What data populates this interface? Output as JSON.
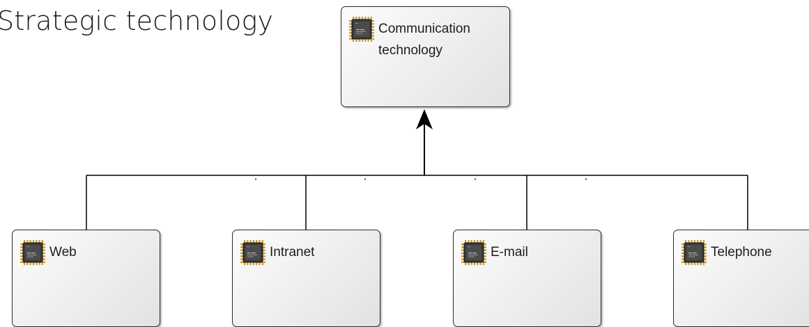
{
  "diagram": {
    "title": "Strategic technology",
    "root": {
      "label": "Communication technology",
      "label_lines": [
        "Communication",
        "technology"
      ],
      "icon": "chip-icon"
    },
    "children": [
      {
        "label": "Web",
        "icon": "chip-icon"
      },
      {
        "label": "Intranet",
        "icon": "chip-icon"
      },
      {
        "label": "E-mail",
        "icon": "chip-icon"
      },
      {
        "label": "Telephone",
        "icon": "chip-icon"
      }
    ],
    "connector": {
      "type": "generalization",
      "direction": "children-to-root"
    }
  },
  "colors": {
    "line": "#000000",
    "box_border": "#2a2a2a",
    "chip_body": "#3a3a3a",
    "chip_pins": "#c79a2a"
  }
}
